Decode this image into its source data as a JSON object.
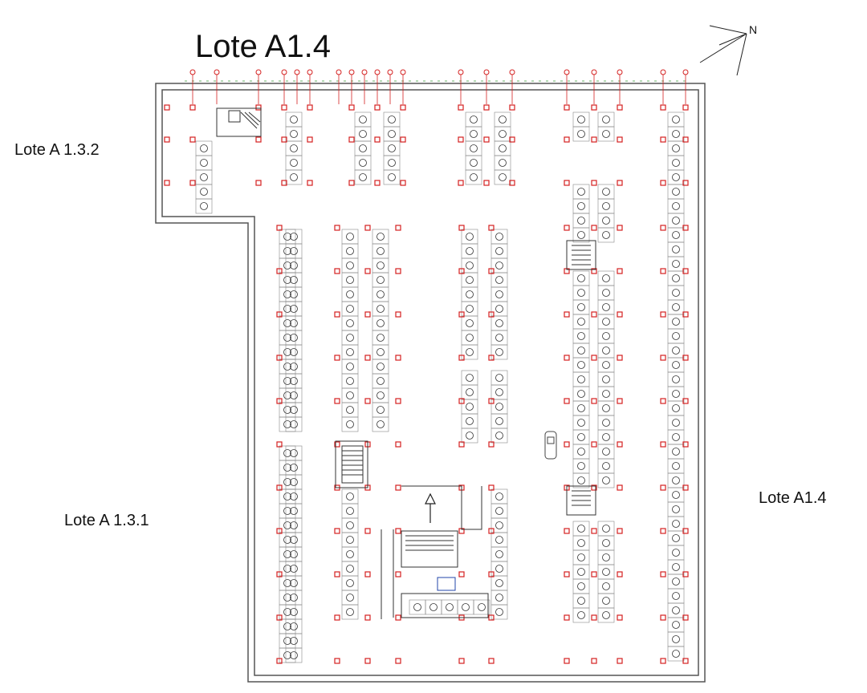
{
  "title": "Lote A1.4",
  "labels": {
    "lot_upper_left": "Lote A 1.3.2",
    "lot_lower_left": "Lote A 1.3.1",
    "lot_right": "Lote A1.4",
    "north": "N"
  },
  "colors": {
    "wall": "#555555",
    "column": "#d42020",
    "stall": "#888888",
    "text": "#111111"
  },
  "icons": {
    "north_arrow": "north-arrow-icon",
    "stairs": "stairs-icon",
    "ramp_arrow": "ramp-arrow-icon",
    "car": "car-icon",
    "accessible_stall": "wheelchair-icon"
  }
}
